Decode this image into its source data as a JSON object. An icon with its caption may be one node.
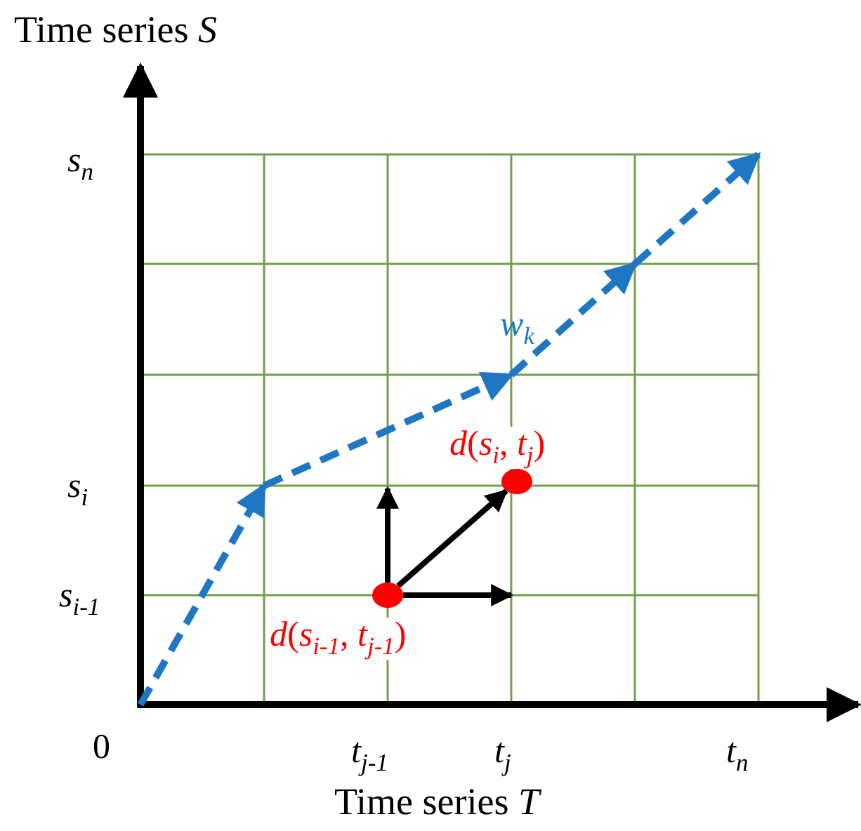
{
  "diagram": {
    "nodes": [
      {
        "text": [],
        "shape": "circle",
        "beside": [
          "*d*(*s*$_{i-1}$, *t*$_{j-1}$)"
        ]
      },
      {
        "text": [],
        "shape": "circle",
        "beside": [
          "*d*(*s*$_{i}$, *t*$_{j}$)"
        ]
      }
    ],
    "edges": [
      {
        "from": 0,
        "to": 1,
        "arrow": "to"
      },
      {
        "from": 0,
        "to": null,
        "arrow": "to"
      },
      {
        "from": 0,
        "to": null,
        "arrow": "to"
      }
    ],
    "labels": [
      "Time series *S*",
      "*s*$_{n}$",
      "*w*$_{k}$",
      "*s*$_{i}$",
      "*s*$_{i-1}$",
      "0",
      "*t*$_{j-1}$",
      "*t*$_{j}$",
      "*t*$_{n}$",
      "Time series *T*"
    ]
  }
}
